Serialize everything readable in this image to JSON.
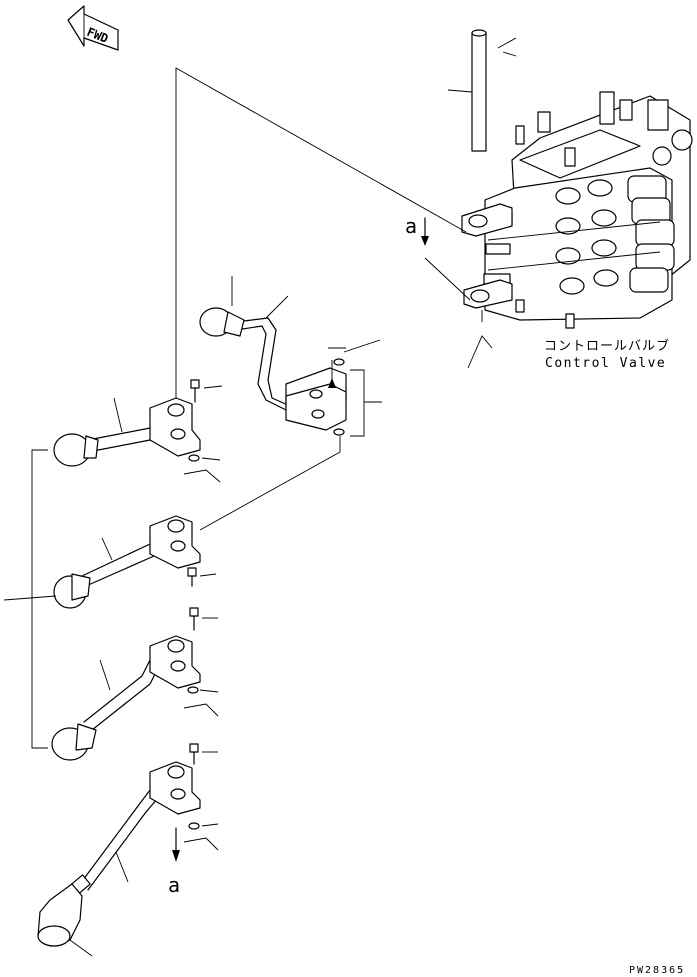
{
  "fwd_label": "FWD",
  "control_valve": {
    "label_jp": "コントロールバルブ",
    "label_en": "Control Valve"
  },
  "view_marker": {
    "top": "a",
    "bottom": "a"
  },
  "drawing_code": "PW28365"
}
